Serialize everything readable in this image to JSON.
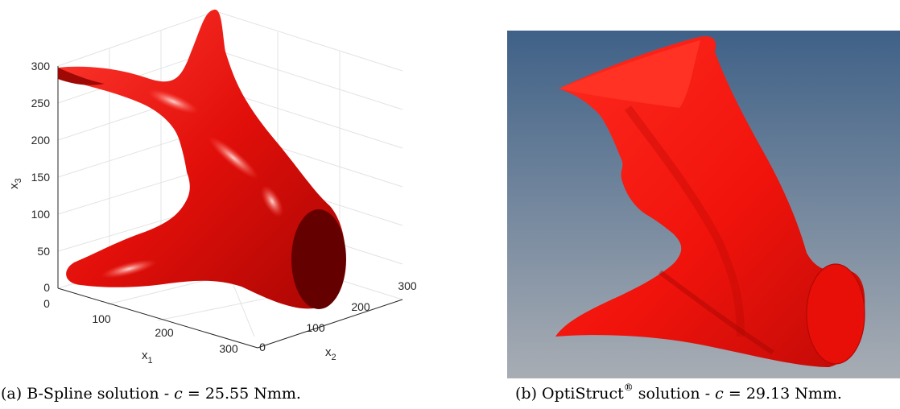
{
  "figure_a": {
    "ylabel": "x",
    "ylabel_sub": "3",
    "xlabel": "x",
    "xlabel_sub": "1",
    "x2label": "x",
    "x2label_sub": "2",
    "z_ticks": [
      "300",
      "250",
      "200",
      "150",
      "100",
      "50",
      "0"
    ],
    "x1_ticks": [
      "0",
      "100",
      "200",
      "300"
    ],
    "x2_ticks": [
      "0",
      "100",
      "200",
      "300"
    ]
  },
  "captions": {
    "a_prefix": "(a) B-Spline solution - ",
    "a_var": "c",
    "a_value": " = 25.55 Nmm.",
    "b_prefix": "(b) OptiStruct",
    "b_reg": "®",
    "b_mid": " solution - ",
    "b_var": "c",
    "b_value": " = 29.13 Nmm."
  },
  "colors": {
    "shape_red": "#e8100c",
    "shape_dark": "#6a0000",
    "background_top": "#3f6187",
    "background_bottom": "#a8adb4"
  }
}
